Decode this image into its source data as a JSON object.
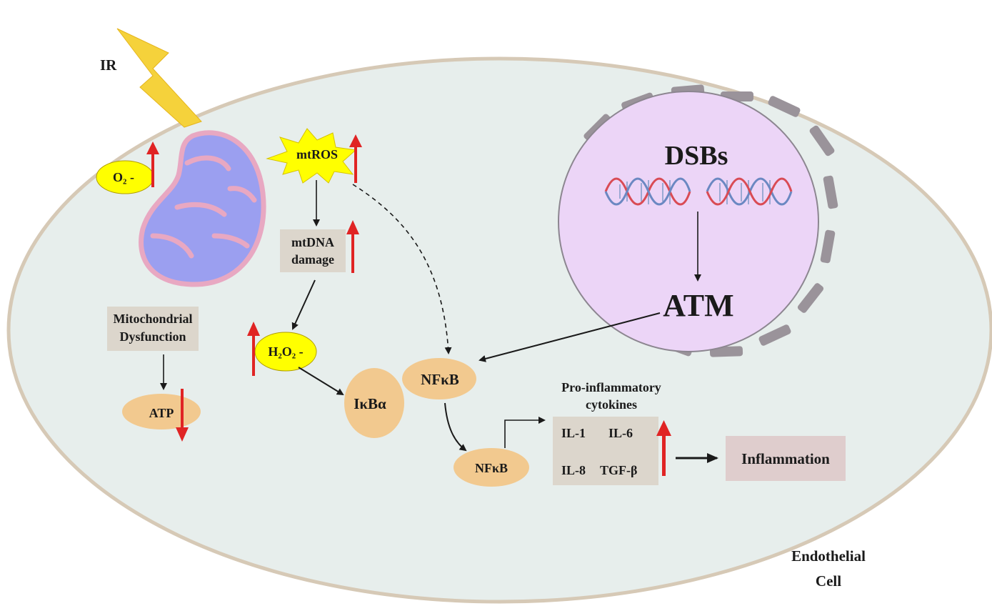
{
  "diagram": {
    "ir_label": "IR",
    "superoxide_label": "O₂ -",
    "mtros_label": "mtROS",
    "mtdna_line1": "mtDNA",
    "mtdna_line2": "damage",
    "h2o2_label": "H₂O₂ -",
    "mito_dysfunction_line1": "Mitochondrial",
    "mito_dysfunction_line2": "Dysfunction",
    "atp_label": "ATP",
    "ikba_label": "IκBα",
    "nfkb_label": "NFκB",
    "nfkb_free_label": "NFκB",
    "dsbs_label": "DSBs",
    "atm_label": "ATM",
    "cytokines_title_line1": "Pro-inflammatory",
    "cytokines_title_line2": "cytokines",
    "il1_label": "IL-1",
    "il6_label": "IL-6",
    "il8_label": "IL-8",
    "tgfb_label": "TGF-β",
    "inflammation_label": "Inflammation",
    "cell_label_line1": "Endothelial",
    "cell_label_line2": "Cell",
    "colors": {
      "cell_fill": "#e7eeec",
      "nucleus_fill": "#ecd5f7",
      "mito_fill": "#9b9ff0",
      "mito_outline": "#e8a8c2",
      "bolt": "#f5d23b",
      "yellow_oval": "#ffff00",
      "tan": "#f2c98f",
      "grey_box": "#dcd6cc",
      "inflammation_box": "#dfcdcd",
      "up_arrow": "#e02424"
    }
  }
}
